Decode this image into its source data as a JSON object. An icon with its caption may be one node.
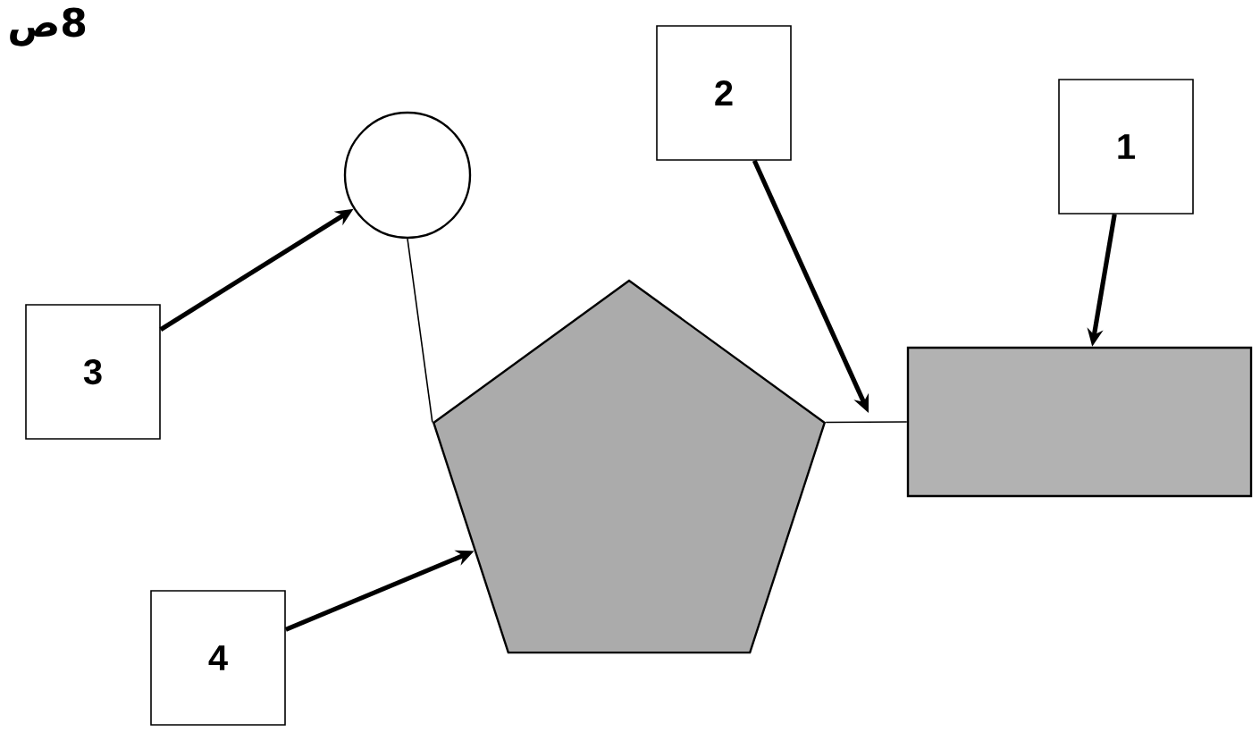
{
  "diagram": {
    "nodes": [
      {
        "text": [
          "2"
        ]
      },
      {
        "text": [
          "1"
        ]
      },
      {
        "text": [],
        "shape": "circle"
      },
      {
        "text": [
          "3"
        ]
      },
      {
        "text": [],
        "shape": "pentagon"
      },
      {
        "text": [],
        "shape": "box"
      },
      {
        "text": [
          "4"
        ]
      }
    ],
    "edges": [
      {
        "from": 3,
        "to": 2,
        "arrow": "to"
      },
      {
        "from": 6,
        "to": 4,
        "arrow": "to"
      },
      {
        "from": 0,
        "to": null,
        "arrow": "to"
      },
      {
        "from": 1,
        "to": 5,
        "arrow": "to"
      },
      {
        "from": 2,
        "to": 4,
        "arrow": "none"
      },
      {
        "from": 4,
        "to": 5,
        "arrow": "none"
      }
    ],
    "labels": [
      "ص8"
    ]
  }
}
